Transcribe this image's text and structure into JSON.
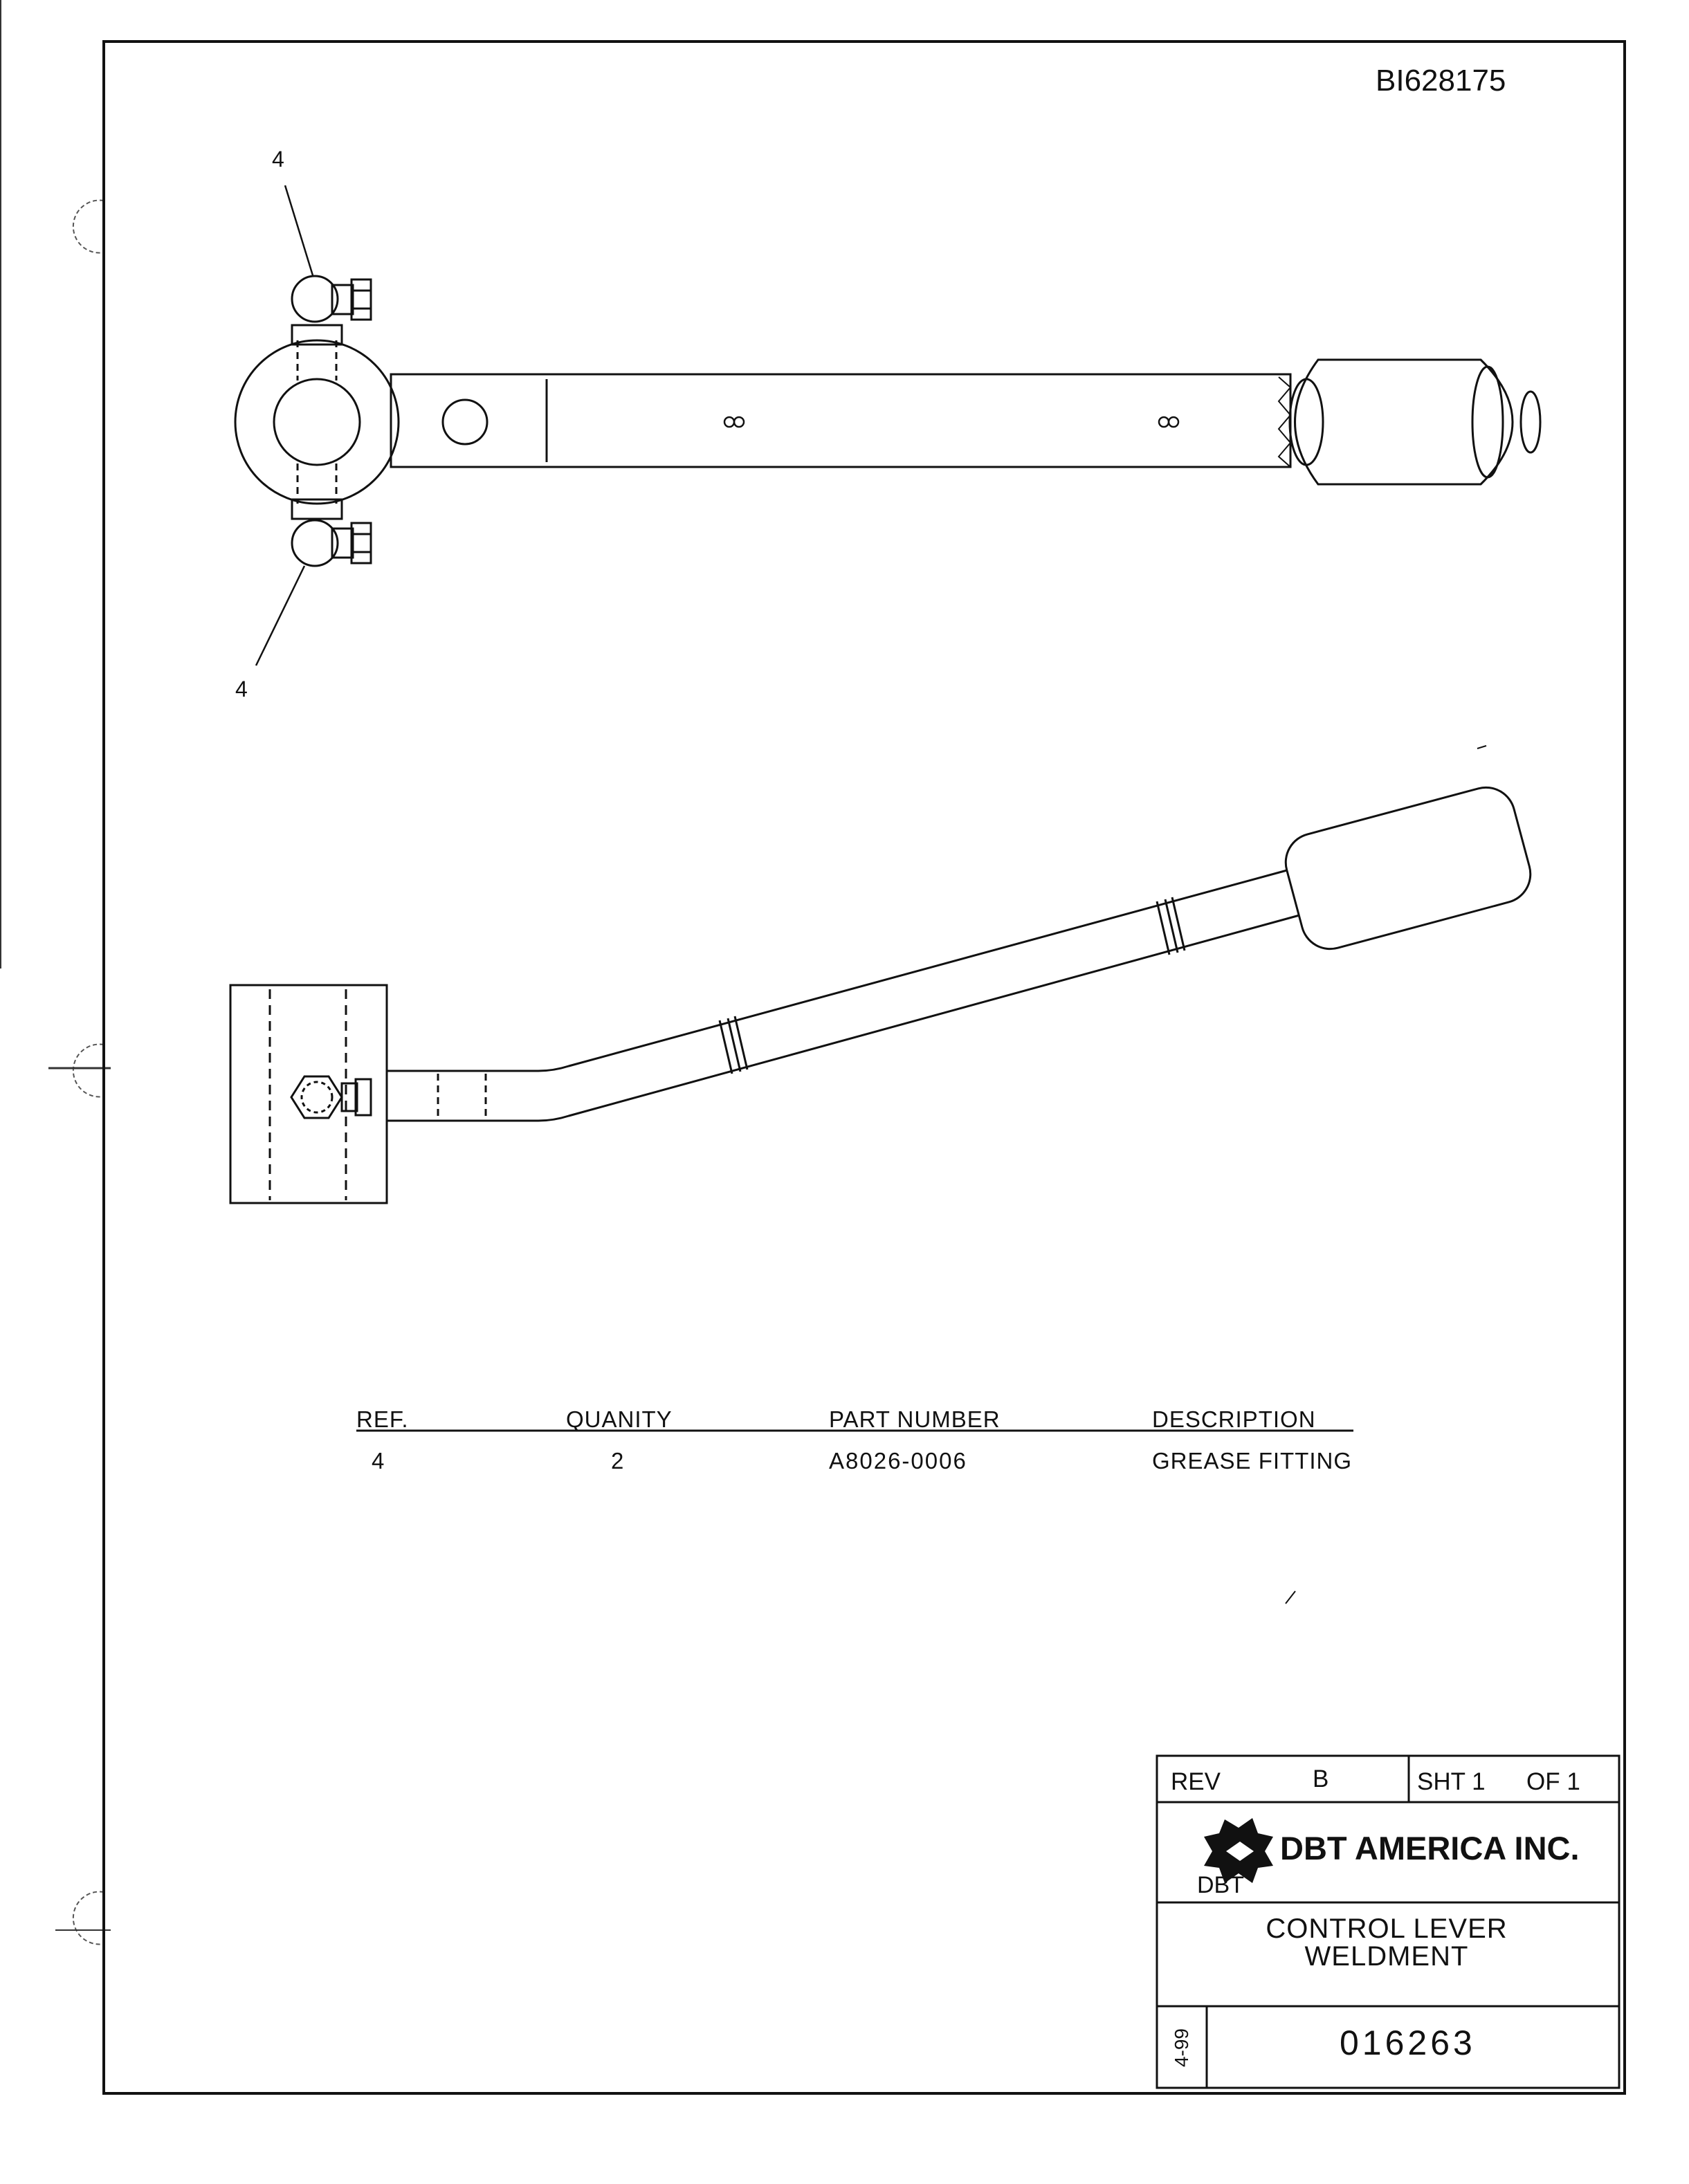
{
  "document_id": "BI628175",
  "drawing": {
    "balloons": [
      {
        "label": "4"
      },
      {
        "label": "4"
      }
    ]
  },
  "parts_list": {
    "headers": [
      "REF.",
      "QUANITY",
      "PART NUMBER",
      "DESCRIPTION"
    ],
    "rows": [
      {
        "ref": "4",
        "qty": "2",
        "part_number": "A8026-0006",
        "description": "GREASE  FITTING"
      }
    ]
  },
  "title_block": {
    "rev_label": "REV",
    "rev_value": "B",
    "sheet_label": "SHT 1",
    "of_label": "OF  1",
    "company": "DBT AMERICA INC.",
    "logo_text": "DBT",
    "title_line1": "CONTROL  LEVER",
    "title_line2": "WELDMENT",
    "date": "4-99",
    "drawing_number": "016263"
  }
}
